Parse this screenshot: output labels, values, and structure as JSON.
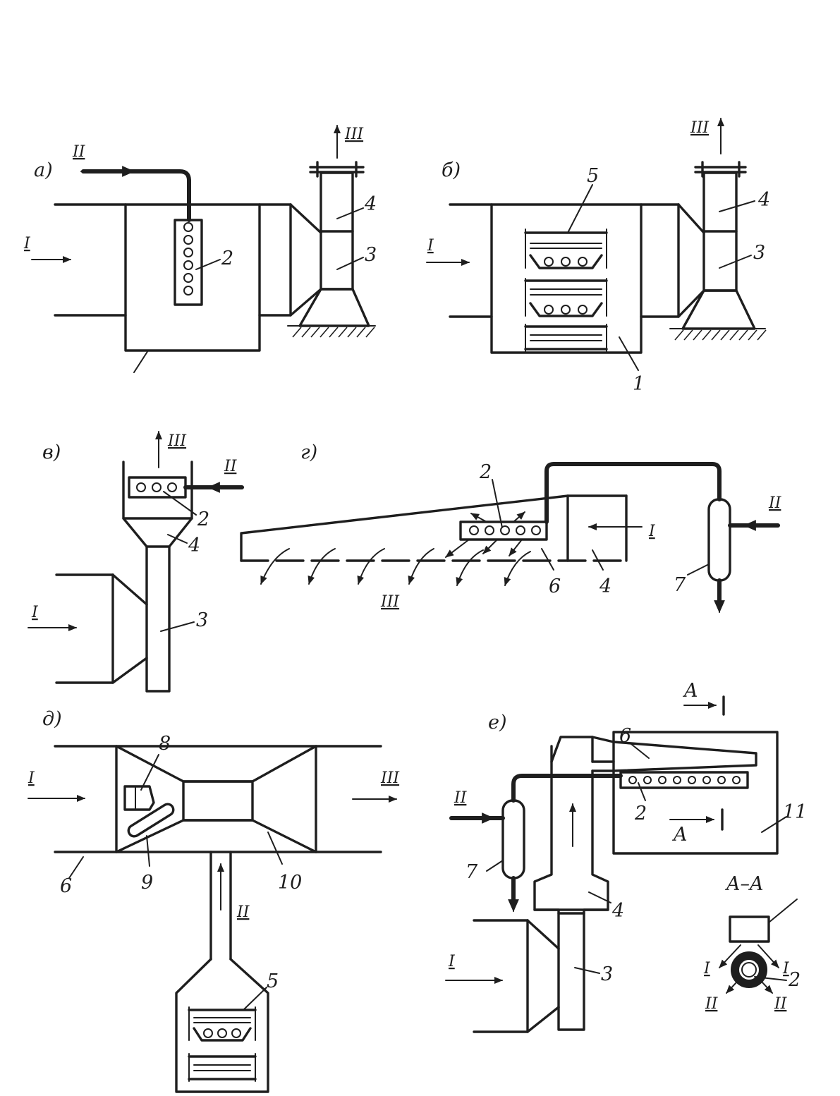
{
  "panels": {
    "a": {
      "label": "a)"
    },
    "b": {
      "label": "б)"
    },
    "v": {
      "label": "в)"
    },
    "g": {
      "label": "г)"
    },
    "d": {
      "label": "д)"
    },
    "e": {
      "label": "е)"
    }
  },
  "streams": {
    "I": "I",
    "II": "II",
    "III": "III"
  },
  "callouts": {
    "n1": "1",
    "n2": "2",
    "n3": "3",
    "n4": "4",
    "n5": "5",
    "n6": "6",
    "n7": "7",
    "n8": "8",
    "n9": "9",
    "n10": "10",
    "n11": "11"
  },
  "section": {
    "mark": "A",
    "title": "A–A"
  }
}
